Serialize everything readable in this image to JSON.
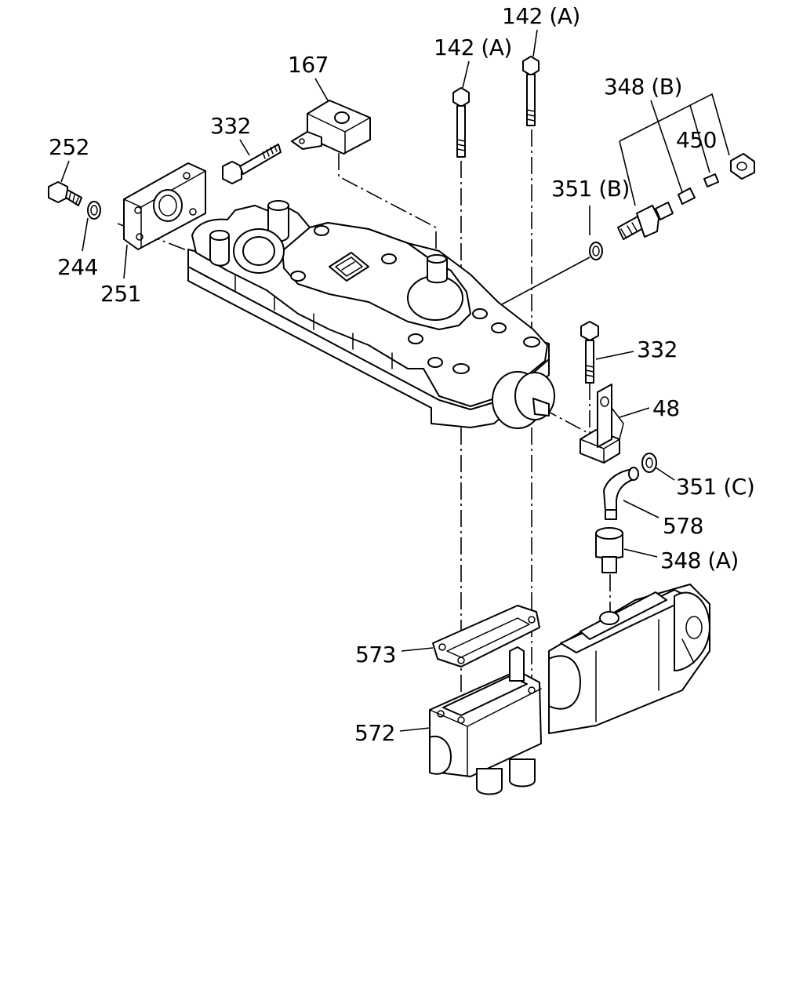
{
  "diagram": {
    "labels": {
      "p142a_top": "142 (A)",
      "p142a_mid": "142 (A)",
      "p167": "167",
      "p348b": "348 (B)",
      "p332_top": "332",
      "p450": "450",
      "p252": "252",
      "p351b": "351 (B)",
      "p244": "244",
      "p251": "251",
      "p332_mid": "332",
      "p48": "48",
      "p351c": "351 (C)",
      "p578": "578",
      "p348a": "348 (A)",
      "p573": "573",
      "p572": "572"
    }
  }
}
